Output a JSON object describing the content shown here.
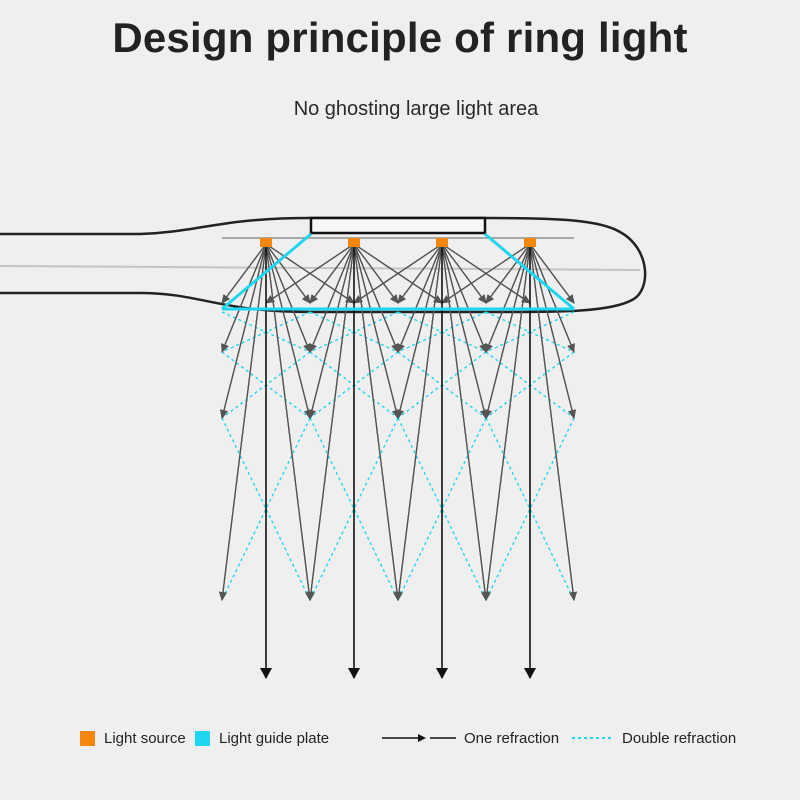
{
  "title": "Design principle of ring light",
  "subtitle": "No ghosting large light area",
  "colors": {
    "light_source": "#f5870f",
    "light_guide_plate": "#1fd6f0",
    "ray": "#555555",
    "main_ray": "#111111",
    "outline": "#222222",
    "background": "#efefef"
  },
  "legend": {
    "light_source": "Light source",
    "light_guide_plate": "Light guide plate",
    "one_refraction": "One refraction",
    "double_refraction": "Double refraction"
  },
  "diagram": {
    "light_source_count": 4
  }
}
